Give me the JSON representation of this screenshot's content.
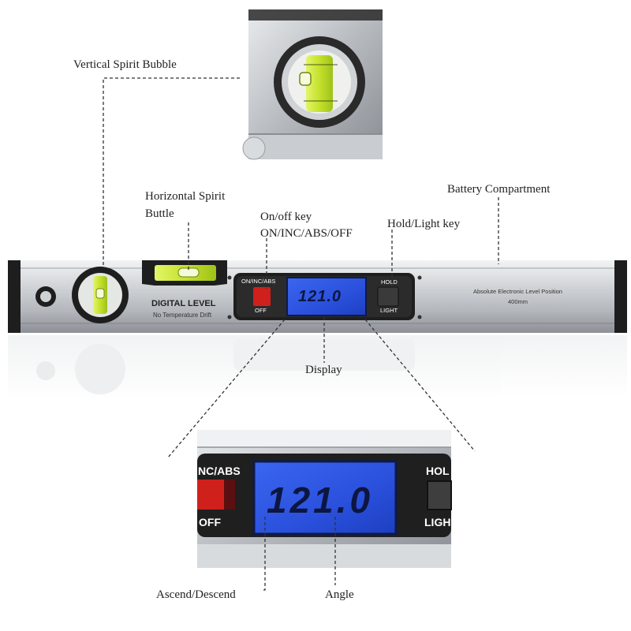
{
  "callouts": {
    "vertical_bubble": "Vertical Spirit Bubble",
    "horizontal_bubble_line1": "Horizontal Spirit",
    "horizontal_bubble_line2": "Buttle",
    "onoff_line1": "On/off key",
    "onoff_line2": "ON/INC/ABS/OFF",
    "hold_light": "Hold/Light key",
    "battery": "Battery Compartment",
    "display": "Display",
    "ascend": "Ascend/Descend",
    "angle": "Angle"
  },
  "level": {
    "brand": "DIGITAL LEVEL",
    "brand_sub": "No Temperature Drift",
    "key_left_top": "ON/INC/ABS",
    "key_left_bottom": "OFF",
    "key_right_top": "HOLD",
    "key_right_bottom": "LIGHT",
    "right_text": "Absolute Electronic Level Position",
    "size": "400mm",
    "lcd_reading": "121.0"
  },
  "zoom": {
    "key_left_top": "NC/ABS",
    "key_left_bottom": "OFF",
    "key_right_top": "HOL",
    "key_right_bottom": "LIGH",
    "lcd_reading": "121.0"
  },
  "colors": {
    "lcd_blue": "#2f57e8",
    "key_red": "#d0201c",
    "bubble_green": "#c9e635",
    "aluminum": "#bfc3c8"
  }
}
